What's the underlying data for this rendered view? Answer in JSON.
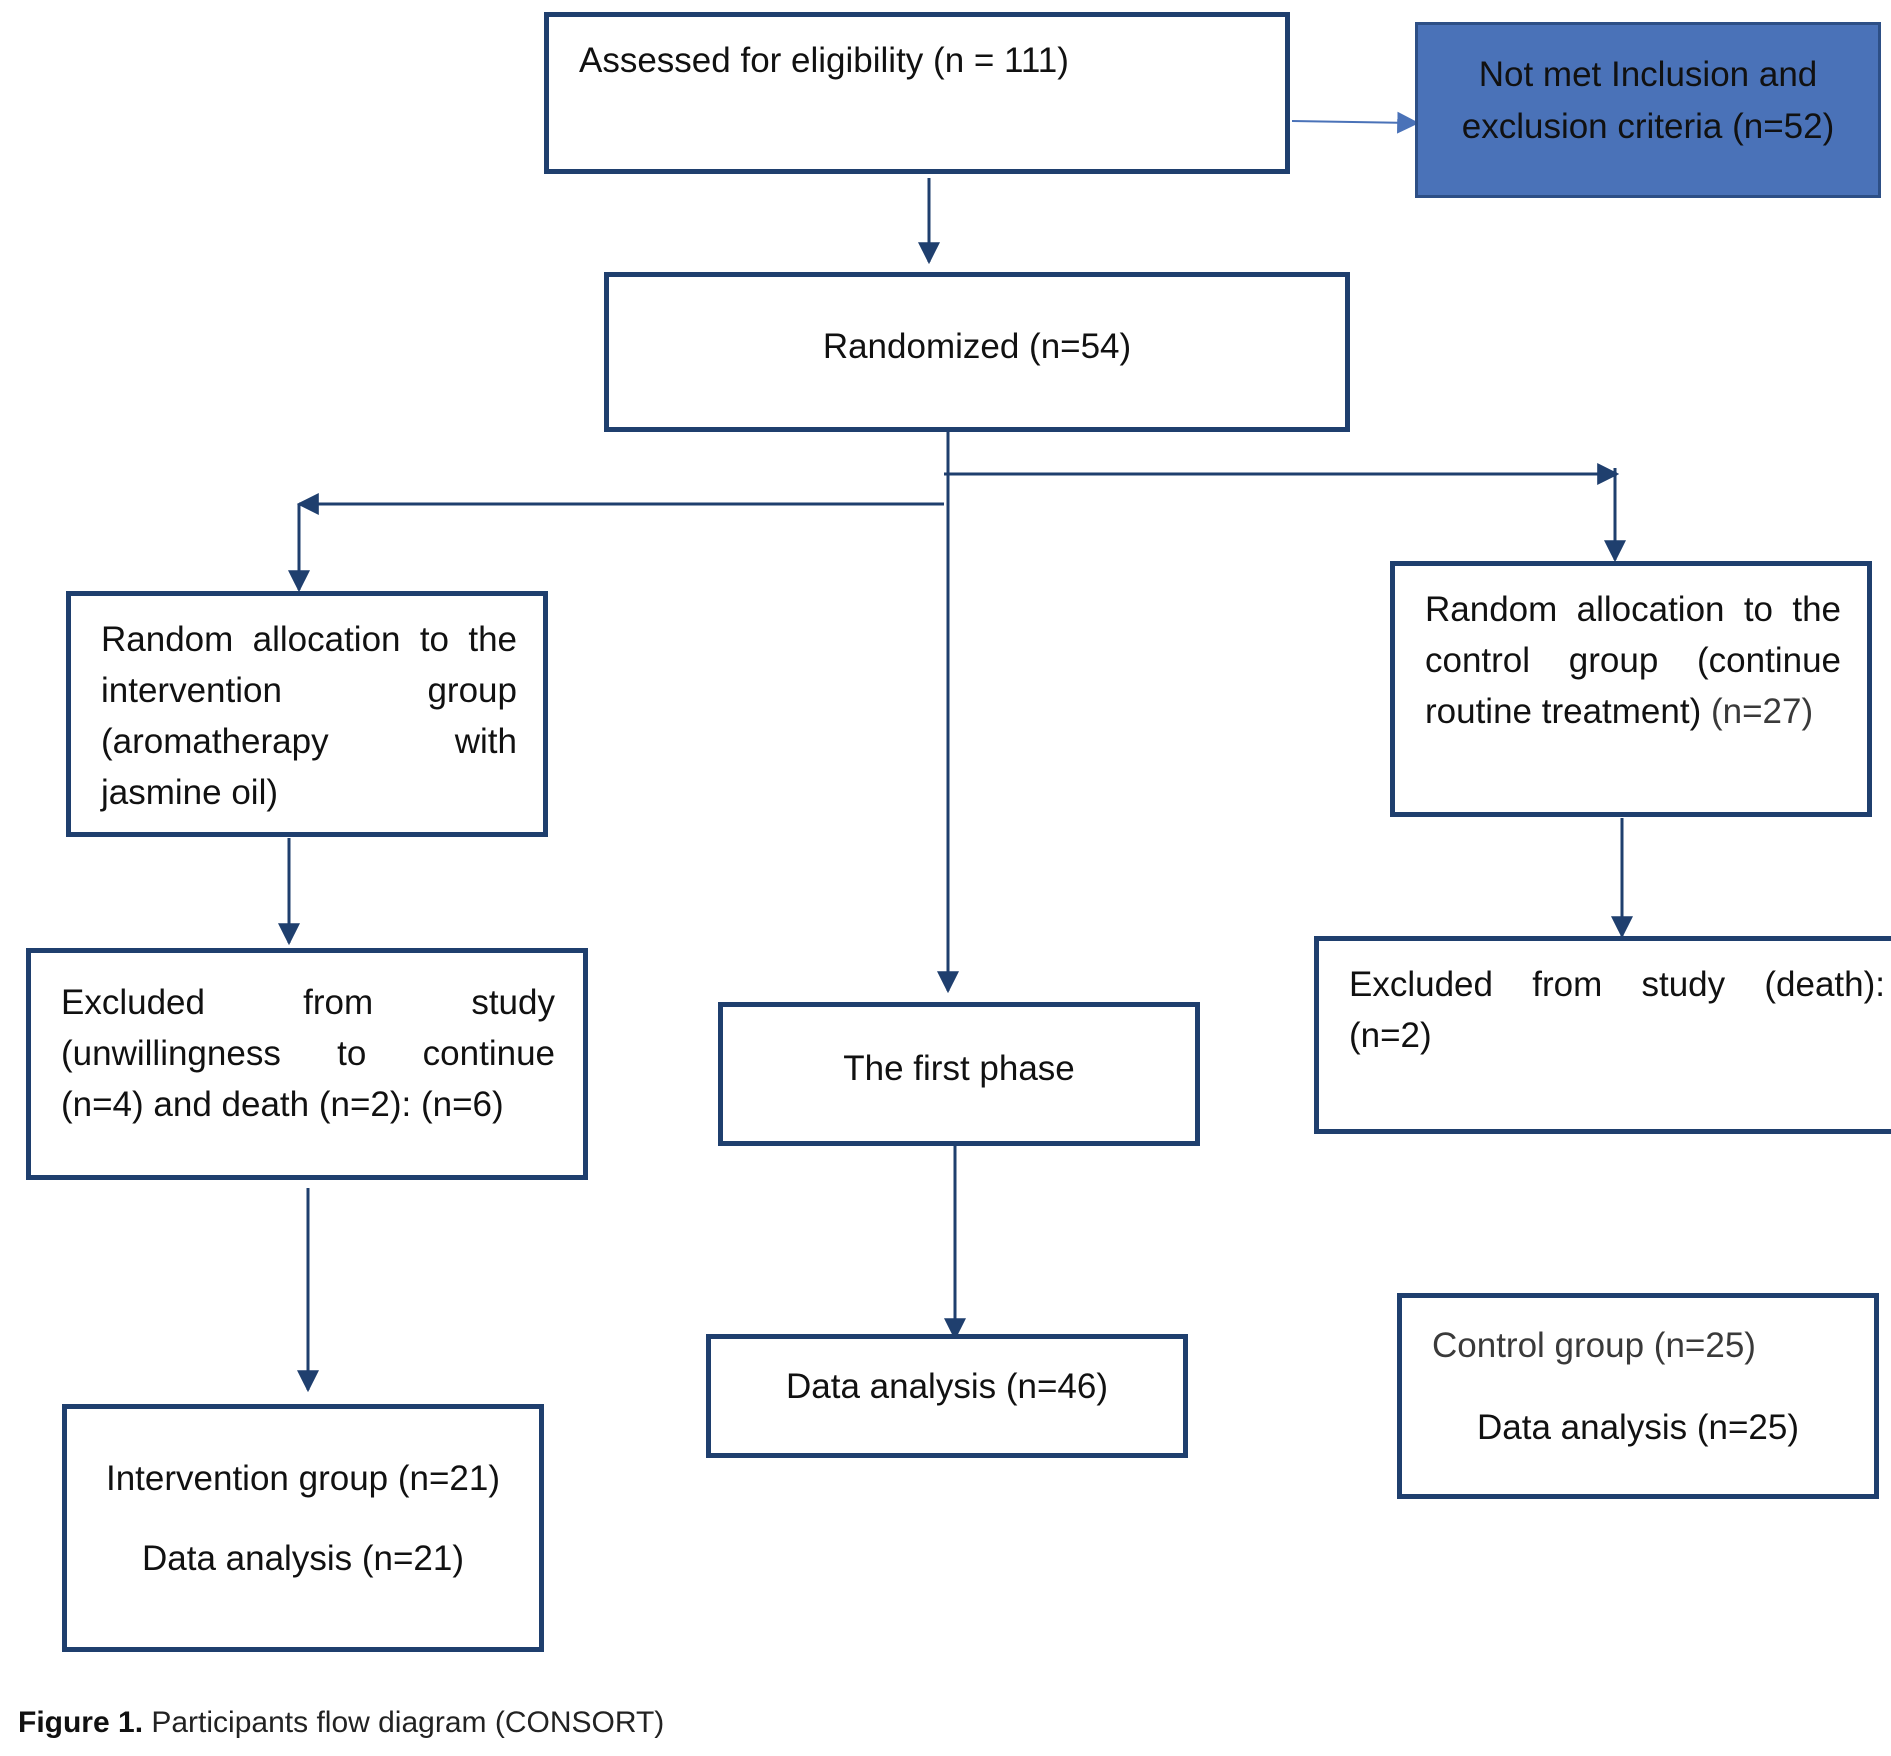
{
  "boxes": {
    "assessed": "Assessed for eligibility (n = 111)",
    "not_met": [
      "Not met Inclusion and",
      "exclusion criteria (n=52)"
    ],
    "randomized": "Randomized (n=54)",
    "intervention_alloc": [
      "Random allocation to the",
      "intervention group",
      "(aromatherapy with",
      "jasmine oil)"
    ],
    "control_alloc": [
      "Random allocation to the",
      "control group (continue",
      "routine treatment)",
      " (n=27)"
    ],
    "excluded_intervention": [
      "Excluded from study",
      "(unwillingness to continue",
      "(n=4) and death (n=2): (n=6)"
    ],
    "first_phase": "The first phase",
    "excluded_control": [
      "Excluded from study (death):",
      "(n=2)"
    ],
    "intervention_group": "Intervention group (n=21)",
    "intervention_analysis": "Data analysis (n=21)",
    "data_analysis_total": "Data analysis (n=46)",
    "control_group": "Control group (n=25)",
    "control_analysis": "Data analysis (n=25)"
  },
  "caption": {
    "label": "Figure 1.",
    "text": " Participants flow diagram (CONSORT)"
  },
  "colors": {
    "border": "#1f3f6e",
    "arrow": "#1f3f6e",
    "filled_box": "#4a72b8"
  }
}
